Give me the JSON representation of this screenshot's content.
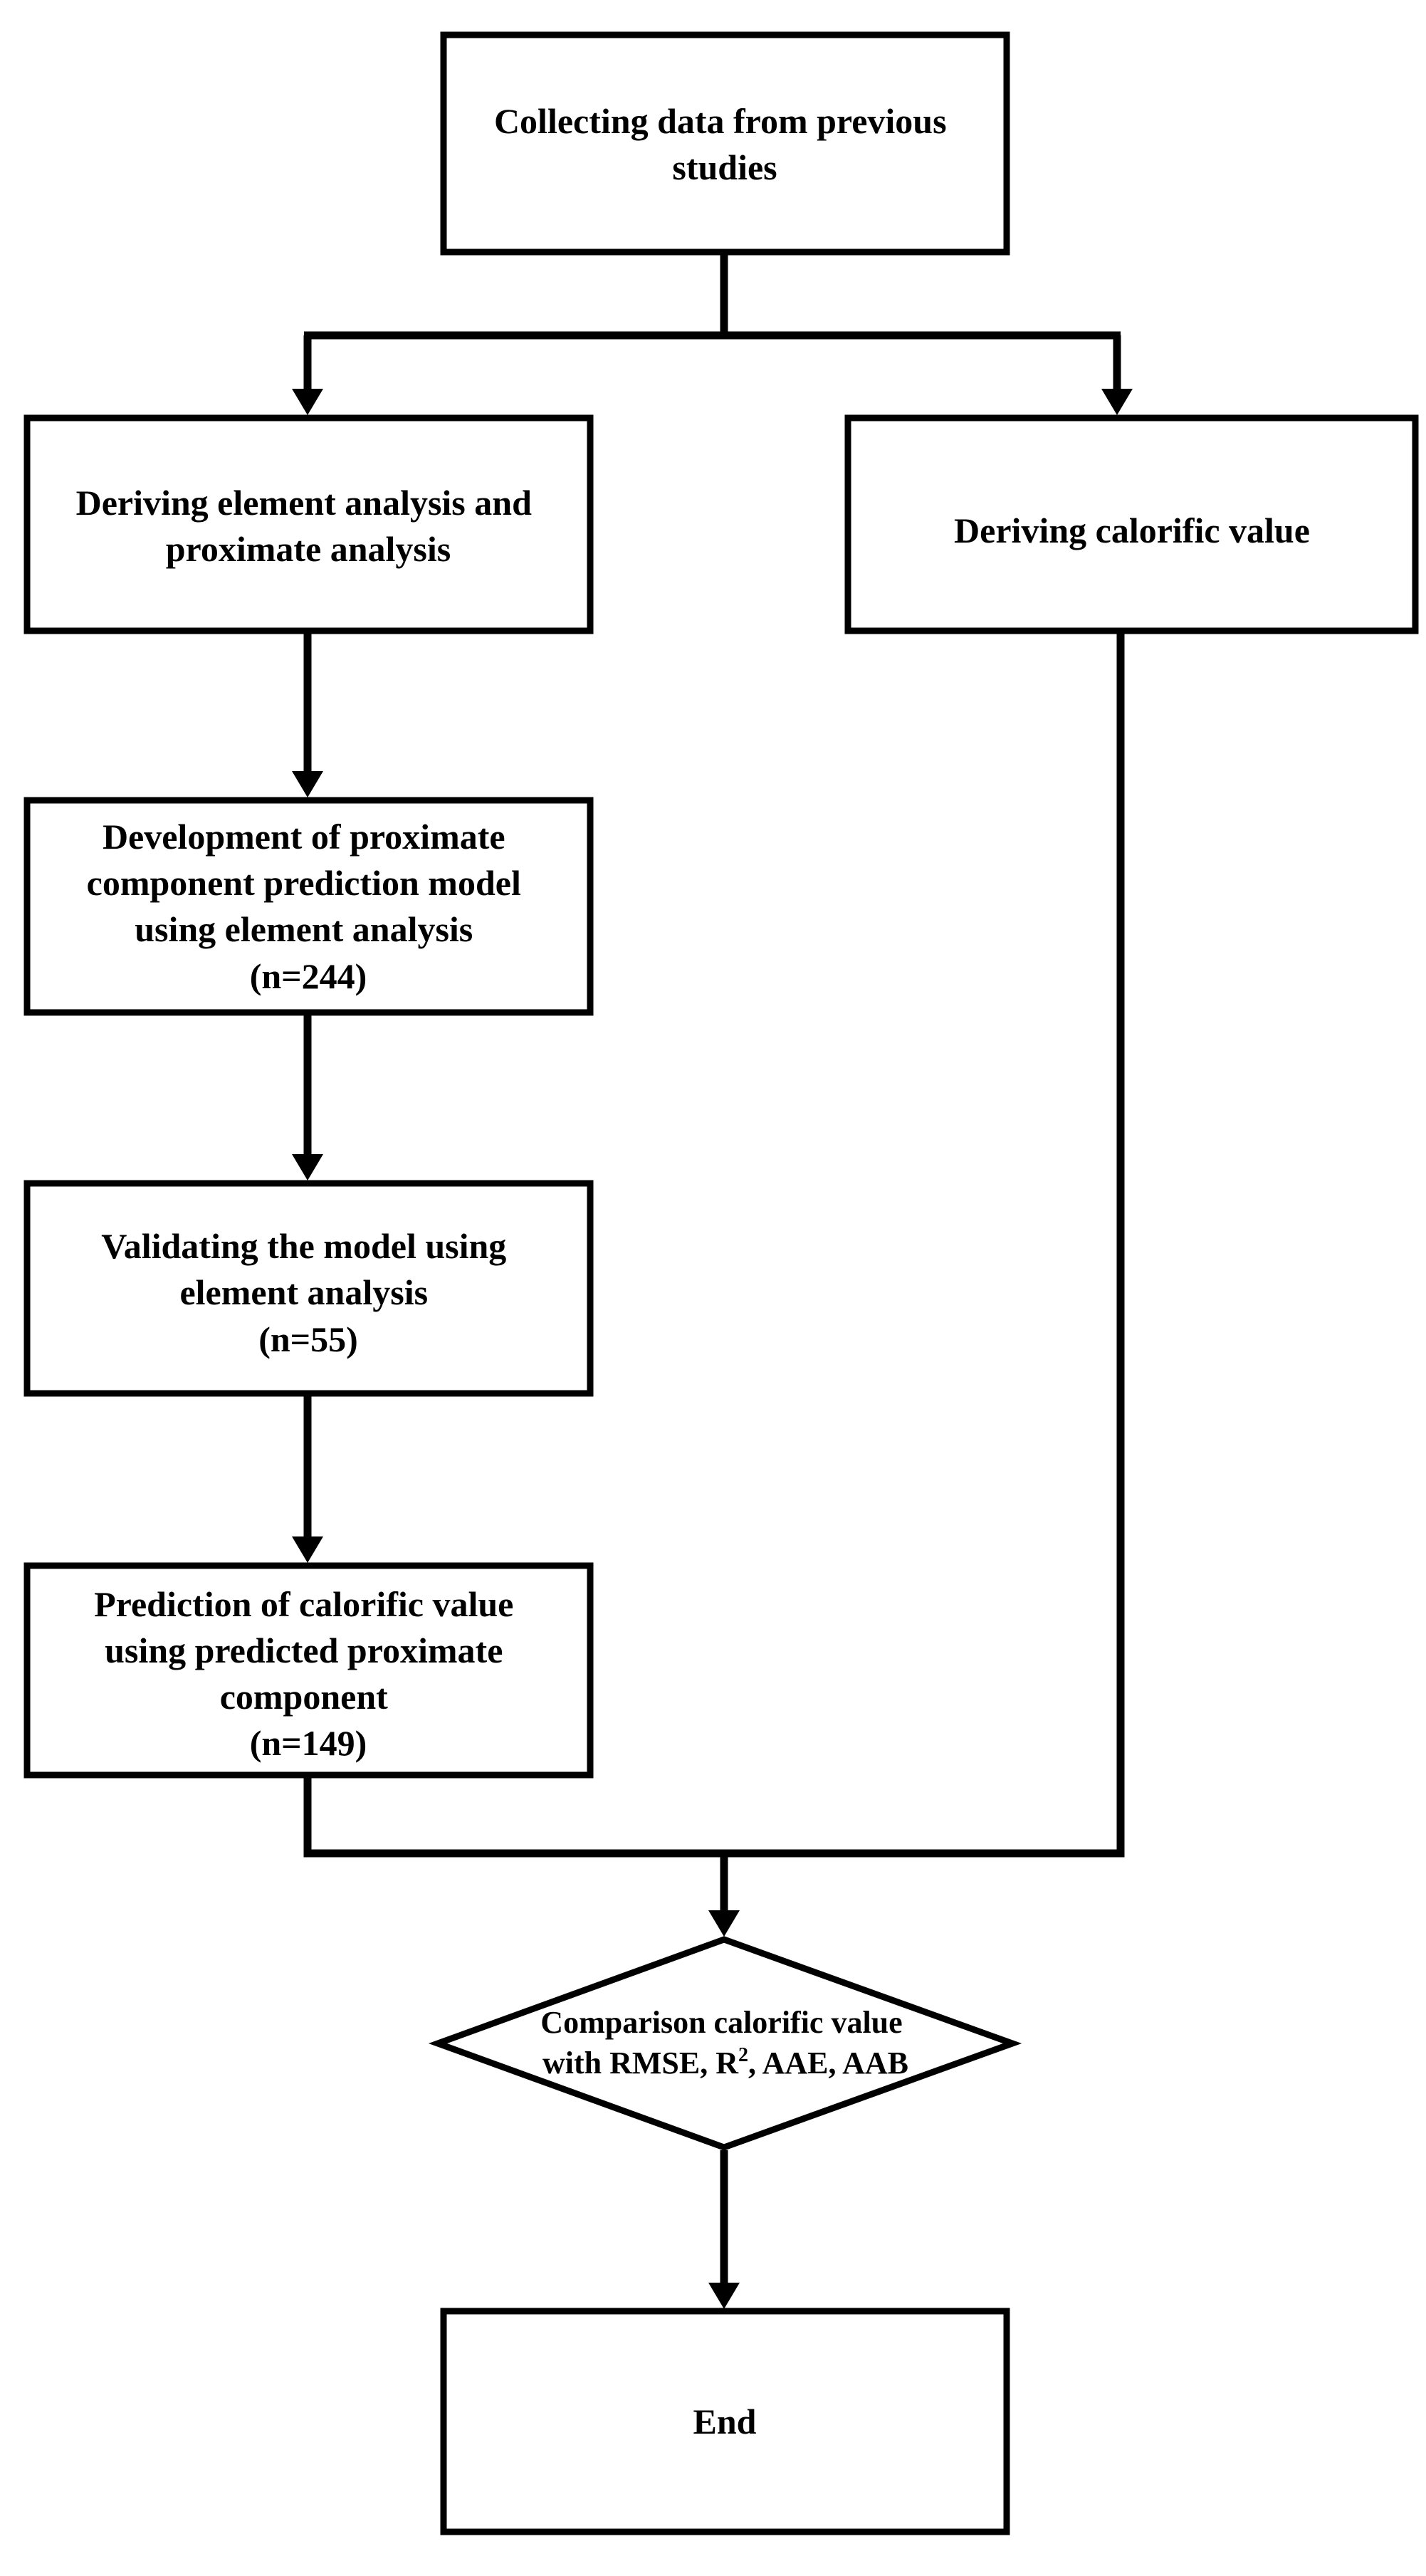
{
  "flowchart": {
    "start": {
      "lines": [
        "Collecting data from previous",
        "studies"
      ]
    },
    "left_branch": {
      "step1": {
        "lines": [
          "Deriving element analysis and",
          "proximate analysis"
        ]
      },
      "step2": {
        "lines": [
          "Development of proximate",
          "component prediction model",
          "using element analysis",
          "(n=244)"
        ]
      },
      "step3": {
        "lines": [
          "Validating the model using",
          "element analysis",
          "(n=55)"
        ]
      },
      "step4": {
        "lines": [
          "Prediction of calorific value",
          "using predicted proximate",
          "component",
          "(n=149)"
        ]
      }
    },
    "right_branch": {
      "step1": {
        "lines": [
          "Deriving calorific value"
        ]
      }
    },
    "decision": {
      "line1": "Comparison calorific value",
      "line2_prefix": "with RMSE, R",
      "line2_superscript": "2",
      "line2_suffix": ", AAE, AAB"
    },
    "end": {
      "lines": [
        "End"
      ]
    }
  }
}
